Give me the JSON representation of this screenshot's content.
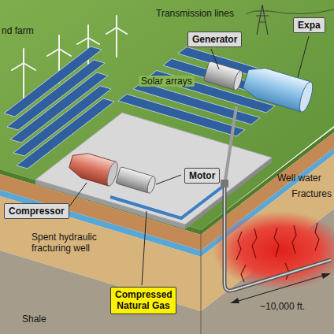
{
  "diagram": {
    "nodes": [
      {
        "text": [
          "Generator"
        ]
      },
      {
        "text": [
          "Expa"
        ]
      },
      {
        "text": [
          "Motor"
        ]
      },
      {
        "text": [
          "Compressor"
        ]
      },
      {
        "text": [
          "Compressed Natural Gas"
        ]
      }
    ],
    "labels": [
      "nd farm",
      "Transmission lines",
      "Solar arrays",
      "Well water",
      "Spent hydraulic fracturing well",
      "Fractures",
      "~10,000 ft.",
      "Shale"
    ]
  }
}
